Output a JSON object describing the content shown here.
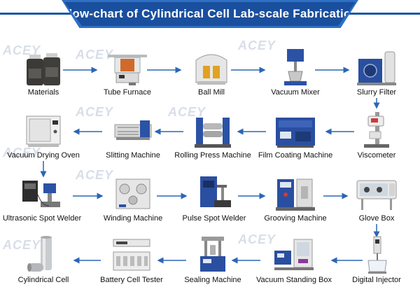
{
  "title": "Flow-chart of Cylindrical Cell Lab-scale Fabrication",
  "watermark": "ACEY",
  "colors": {
    "banner": "#1a4f9e",
    "arrow": "#2b66b5",
    "watermark": "#d8dee8"
  },
  "rows": [
    [
      {
        "label": "Materials",
        "icon": "material-bottles-icon"
      },
      {
        "label": "Tube Furnace",
        "icon": "tube-furnace-icon"
      },
      {
        "label": "Ball Mill",
        "icon": "ball-mill-icon"
      },
      {
        "label": "Vacuum Mixer",
        "icon": "vacuum-mixer-icon"
      },
      {
        "label": "Slurry Filter",
        "icon": "slurry-filter-icon"
      }
    ],
    [
      {
        "label": "Vacuum Drying Oven",
        "icon": "drying-oven-icon"
      },
      {
        "label": "Slitting Machine",
        "icon": "slitting-machine-icon"
      },
      {
        "label": "Rolling Press Machine",
        "icon": "rolling-press-icon"
      },
      {
        "label": "Film Coating Machine",
        "icon": "film-coater-icon"
      },
      {
        "label": "Viscometer",
        "icon": "viscometer-icon"
      }
    ],
    [
      {
        "label": "Ultrasonic Spot Welder",
        "icon": "ultrasonic-welder-icon"
      },
      {
        "label": "Winding Machine",
        "icon": "winding-machine-icon"
      },
      {
        "label": "Pulse Spot Welder",
        "icon": "pulse-welder-icon"
      },
      {
        "label": "Grooving Machine",
        "icon": "grooving-machine-icon"
      },
      {
        "label": "Glove Box",
        "icon": "glove-box-icon"
      }
    ],
    [
      {
        "label": "Cylindrical Cell",
        "icon": "cylindrical-cell-icon"
      },
      {
        "label": "Battery Cell Tester",
        "icon": "cell-tester-icon"
      },
      {
        "label": "Sealing Machine",
        "icon": "sealing-machine-icon"
      },
      {
        "label": "Vacuum Standing Box",
        "icon": "standing-box-icon"
      },
      {
        "label": "Digital Injector",
        "icon": "digital-injector-icon"
      }
    ]
  ]
}
